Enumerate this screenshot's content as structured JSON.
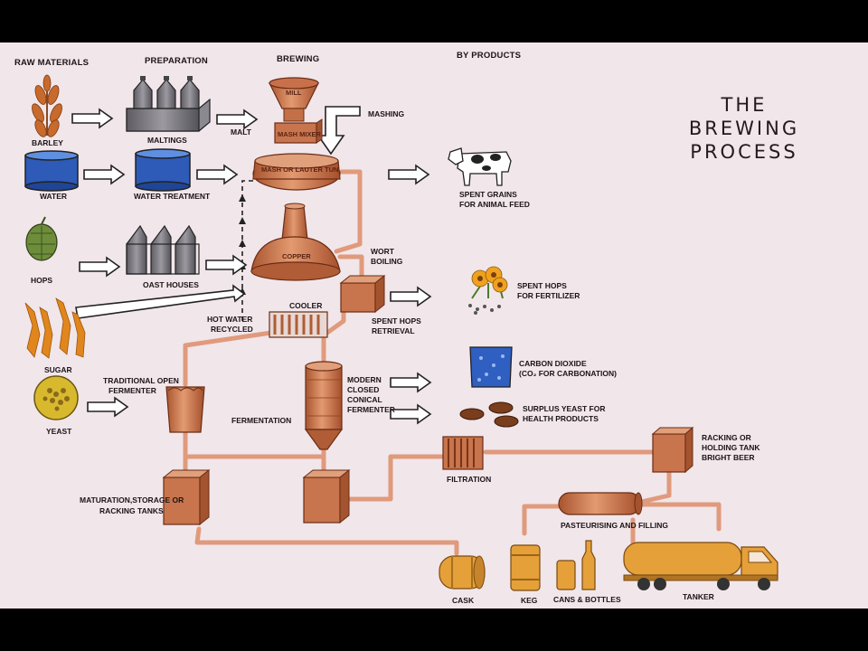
{
  "headers": {
    "raw_materials": "RAW MATERIALS",
    "preparation": "PREPARATION",
    "brewing": "BREWING",
    "by_products": "BY PRODUCTS"
  },
  "title": {
    "line1": "THE",
    "line2": "BREWING",
    "line3": "PROCESS"
  },
  "raw": {
    "barley": "BARLEY",
    "water": "WATER",
    "hops": "HOPS",
    "sugar": "SUGAR",
    "yeast": "YEAST"
  },
  "prep": {
    "maltings": "MALTINGS",
    "malt": "MALT",
    "water_treatment": "WATER TREATMENT",
    "oast_houses": "OAST HOUSES"
  },
  "brew": {
    "mill": "MILL",
    "mash_mixer": "MASH MIXER",
    "mashing": "MASHING",
    "mash_tun": "MASH OR LAUTER TUN",
    "copper": "COPPER",
    "wort_boiling_1": "WORT",
    "wort_boiling_2": "BOILING",
    "cooler": "COOLER",
    "hot_water_1": "HOT WATER",
    "hot_water_2": "RECYCLED",
    "spent_hops_retrieval_1": "SPENT HOPS",
    "spent_hops_retrieval_2": "RETRIEVAL",
    "open_fermenter_1": "TRADITIONAL OPEN",
    "open_fermenter_2": "FERMENTER",
    "fermentation": "FERMENTATION",
    "conical_1": "MODERN",
    "conical_2": "CLOSED",
    "conical_3": "CONICAL",
    "conical_4": "FERMENTER",
    "maturation_1": "MATURATION,STORAGE OR",
    "maturation_2": "RACKING TANKS",
    "filtration": "FILTRATION",
    "racking_1": "RACKING OR",
    "racking_2": "HOLDING TANK",
    "racking_3": "BRIGHT BEER",
    "pasteurising": "PASTEURISING AND FILLING",
    "cask": "CASK",
    "keg": "KEG",
    "cans_bottles": "CANS & BOTTLES",
    "tanker": "TANKER"
  },
  "byproducts": {
    "spent_grains_1": "SPENT GRAINS",
    "spent_grains_2": "FOR ANIMAL FEED",
    "spent_hops_1": "SPENT HOPS",
    "spent_hops_2": "FOR FERTILIZER",
    "co2_1": "CARBON DIOXIDE",
    "co2_2": "(CO₂ FOR CARBONATION)",
    "yeast_1": "SURPLUS YEAST FOR",
    "yeast_2": "HEALTH PRODUCTS"
  },
  "colors": {
    "background": "#f1e6ea",
    "copper": "#d8835a",
    "copper_dark": "#a8522f",
    "pipe": "#e0977a",
    "grey": "#7e7c80",
    "water": "#2e5bb8",
    "yeast": "#d8b92e"
  }
}
